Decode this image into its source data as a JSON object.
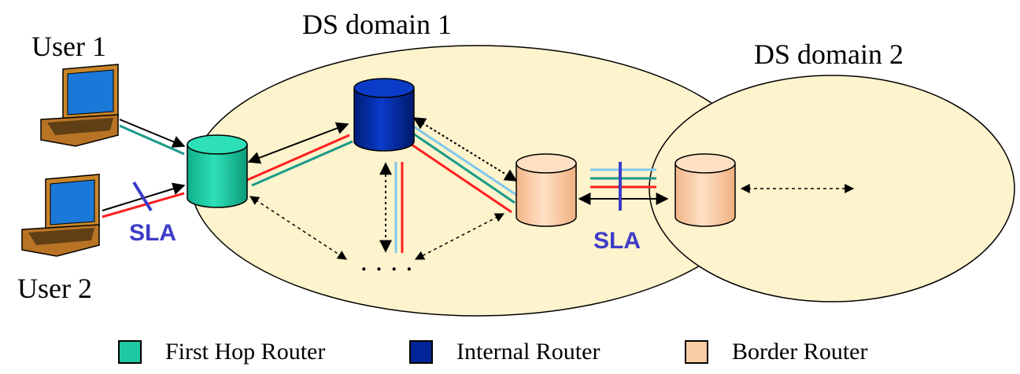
{
  "labels": {
    "domain1": "DS domain 1",
    "domain2": "DS domain 2",
    "user1": "User 1",
    "user2": "User 2",
    "sla_user": "SLA",
    "sla_domain": "SLA",
    "ellipsis": "· · · ·"
  },
  "legend": {
    "first_hop": "First Hop Router",
    "internal": "Internal Router",
    "border": "Border Router"
  },
  "colors": {
    "domain_fill": "#fdf3cc",
    "first_hop": "#1ec8a0",
    "internal": "#00269a",
    "border": "#fbcda5",
    "sla": "#3c3cc8",
    "flow_red": "#ff2020",
    "flow_teal": "#1a9a8a",
    "flow_lightblue": "#7fc8ee",
    "flow_black": "#000000"
  }
}
